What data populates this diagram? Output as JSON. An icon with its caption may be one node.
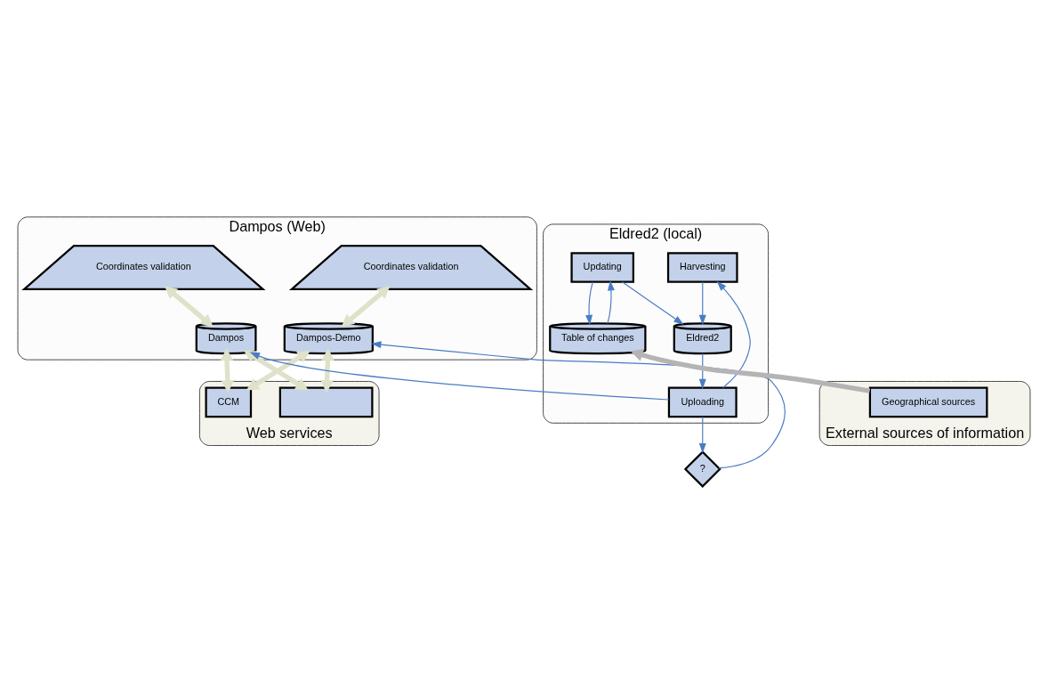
{
  "diagram": {
    "nodes": [
      {
        "text": [
          "Dampos (Web)"
        ]
      },
      {
        "text": [
          "Coordinates validation"
        ],
        "in": 0
      },
      {
        "text": [
          "Coordinates validation"
        ],
        "in": 0
      },
      {
        "text": [
          "Dampos-Demo"
        ],
        "in": 0
      },
      {
        "text": [
          "Dampos"
        ],
        "in": 0
      },
      {
        "text": [
          "Eldred2 (local)"
        ]
      },
      {
        "text": [
          "Harvesting"
        ],
        "in": 5
      },
      {
        "text": [
          "Updating"
        ],
        "in": 5
      },
      {
        "text": [
          "Eldred2"
        ],
        "in": 5
      },
      {
        "text": [
          "Table of changes"
        ],
        "in": 5
      },
      {
        "text": [
          "?"
        ]
      },
      {
        "text": [
          "Uploading"
        ],
        "in": 5
      },
      {
        "text": [
          "Web services"
        ]
      },
      {
        "text": [],
        "shape": "box",
        "in": 12
      },
      {
        "text": [
          "CCM"
        ],
        "in": 12
      },
      {
        "text": [
          "External sources of information"
        ]
      },
      {
        "text": [
          "Geographical sources"
        ],
        "in": 15
      }
    ],
    "edges": [
      {
        "from": 1,
        "to": 3,
        "arrow": "both",
        "style": "thick",
        "color": "#dfe1c9"
      },
      {
        "from": 2,
        "to": 4,
        "arrow": "both",
        "style": "thick",
        "color": "#dfe1c9"
      },
      {
        "from": 3,
        "to": 13,
        "arrow": "both",
        "style": "thick",
        "color": "#dfe1c9"
      },
      {
        "from": 3,
        "to": 14,
        "arrow": "both",
        "style": "thick",
        "color": "#dfe1c9"
      },
      {
        "from": 4,
        "to": 13,
        "arrow": "both",
        "style": "thick",
        "color": "#dfe1c9"
      },
      {
        "from": 4,
        "to": 14,
        "arrow": "both",
        "style": "thick",
        "color": "#dfe1c9"
      },
      {
        "from": 6,
        "to": 8,
        "arrow": "to"
      },
      {
        "from": 7,
        "to": 8,
        "arrow": "to"
      },
      {
        "from": 9,
        "to": 7,
        "arrow": "to"
      },
      {
        "from": 7,
        "to": 9,
        "arrow": "to"
      },
      {
        "from": 8,
        "to": 11,
        "arrow": "to"
      },
      {
        "from": 11,
        "to": 10,
        "arrow": "to"
      },
      {
        "from": 10,
        "to": 3,
        "arrow": "to"
      },
      {
        "from": 11,
        "to": 6,
        "arrow": "to"
      },
      {
        "from": 11,
        "to": 4,
        "arrow": "to"
      },
      {
        "from": 16,
        "to": 9,
        "arrow": "to",
        "style": "thick",
        "color": "#b4b4b4"
      }
    ]
  }
}
